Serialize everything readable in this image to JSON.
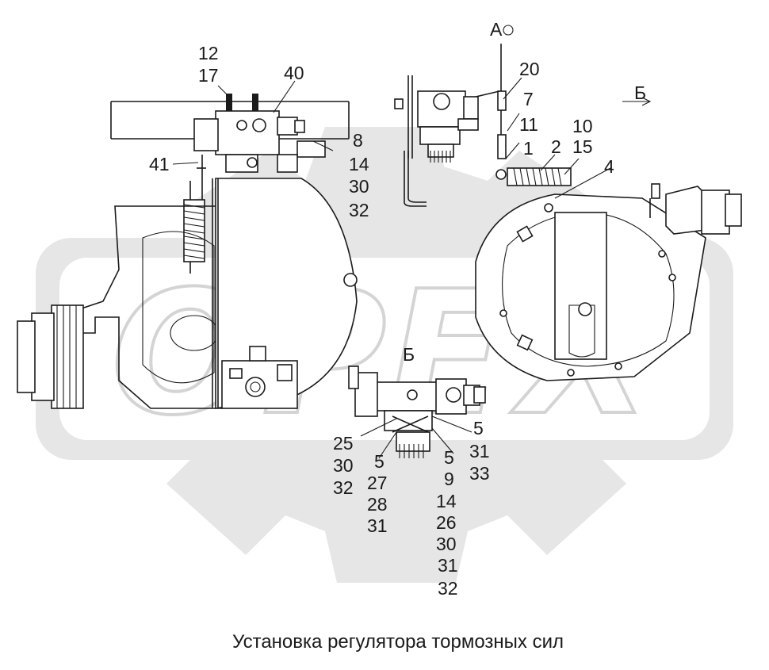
{
  "title": "Установка регулятора тормозных сил",
  "watermark": "OPEX",
  "callouts": {
    "top_left": [
      "12",
      "17",
      "40",
      "8",
      "14",
      "30",
      "32",
      "41"
    ],
    "top_right": [
      "20",
      "7",
      "11",
      "1",
      "2",
      "10",
      "15",
      "4"
    ],
    "bottom": [
      "25",
      "30",
      "32",
      "5",
      "27",
      "28",
      "31",
      "5",
      "9",
      "14",
      "26",
      "30",
      "31",
      "32",
      "5",
      "31",
      "33"
    ]
  },
  "view_labels": {
    "view_a": "А",
    "view_b_arrow": "Б",
    "view_b_title": "Б"
  },
  "colors": {
    "line": "#1a1a1a",
    "watermark_gear": "#e3e3e3",
    "watermark_outline": "#d4d4d4",
    "background": "#ffffff"
  }
}
